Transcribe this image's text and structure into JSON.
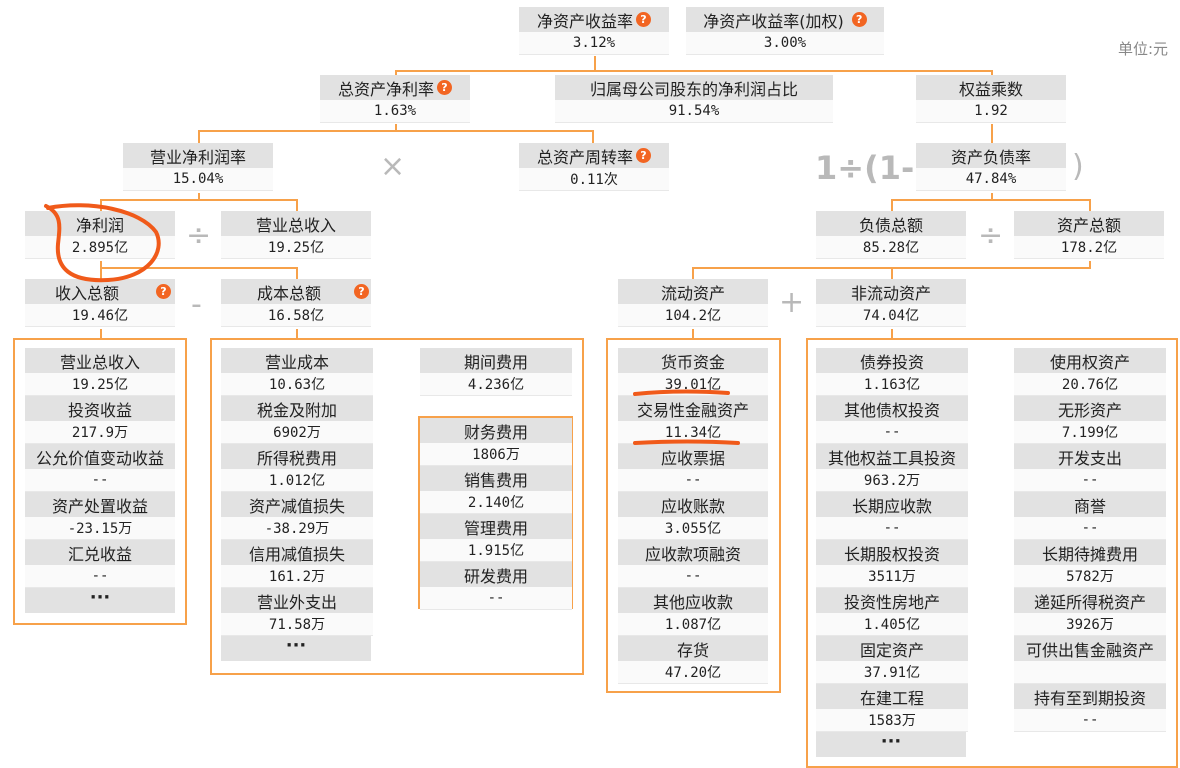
{
  "unit": "单位:元",
  "nodes": {
    "roe": {
      "label": "净资产收益率",
      "value": "3.12%"
    },
    "roe_w": {
      "label": "净资产收益率(加权)",
      "value": "3.00%"
    },
    "roa": {
      "label": "总资产净利率",
      "value": "1.63%"
    },
    "parent_ratio": {
      "label": "归属母公司股东的净利润占比",
      "value": "91.54%"
    },
    "equity_mult": {
      "label": "权益乘数",
      "value": "1.92"
    },
    "net_margin": {
      "label": "营业净利润率",
      "value": "15.04%"
    },
    "asset_turn": {
      "label": "总资产周转率",
      "value": "0.11次"
    },
    "debt_ratio": {
      "label": "资产负债率",
      "value": "47.84%"
    },
    "net_profit": {
      "label": "净利润",
      "value": "2.895亿"
    },
    "revenue": {
      "label": "营业总收入",
      "value": "19.25亿"
    },
    "total_liab": {
      "label": "负债总额",
      "value": "85.28亿"
    },
    "total_assets": {
      "label": "资产总额",
      "value": "178.2亿"
    },
    "total_income": {
      "label": "收入总额",
      "value": "19.46亿"
    },
    "total_cost": {
      "label": "成本总额",
      "value": "16.58亿"
    },
    "current_assets": {
      "label": "流动资产",
      "value": "104.2亿"
    },
    "noncurrent_assets": {
      "label": "非流动资产",
      "value": "74.04亿"
    },
    "period_expense": {
      "label": "期间费用",
      "value": "4.236亿"
    }
  },
  "income_items": [
    {
      "label": "营业总收入",
      "value": "19.25亿"
    },
    {
      "label": "投资收益",
      "value": "217.9万"
    },
    {
      "label": "公允价值变动收益",
      "value": "--"
    },
    {
      "label": "资产处置收益",
      "value": "-23.15万"
    },
    {
      "label": "汇兑收益",
      "value": "--"
    }
  ],
  "cost_items": [
    {
      "label": "营业成本",
      "value": "10.63亿"
    },
    {
      "label": "税金及附加",
      "value": "6902万"
    },
    {
      "label": "所得税费用",
      "value": "1.012亿"
    },
    {
      "label": "资产减值损失",
      "value": "-38.29万"
    },
    {
      "label": "信用减值损失",
      "value": "161.2万"
    },
    {
      "label": "营业外支出",
      "value": "71.58万"
    }
  ],
  "period_items": [
    {
      "label": "财务费用",
      "value": "1806万"
    },
    {
      "label": "销售费用",
      "value": "2.140亿"
    },
    {
      "label": "管理费用",
      "value": "1.915亿"
    },
    {
      "label": "研发费用",
      "value": "--"
    }
  ],
  "current_items": [
    {
      "label": "货币资金",
      "value": "39.01亿"
    },
    {
      "label": "交易性金融资产",
      "value": "11.34亿"
    },
    {
      "label": "应收票据",
      "value": "--"
    },
    {
      "label": "应收账款",
      "value": "3.055亿"
    },
    {
      "label": "应收款项融资",
      "value": "--"
    },
    {
      "label": "其他应收款",
      "value": "1.087亿"
    },
    {
      "label": "存货",
      "value": "47.20亿"
    }
  ],
  "noncurrent_left": [
    {
      "label": "债券投资",
      "value": "1.163亿"
    },
    {
      "label": "其他债权投资",
      "value": "--"
    },
    {
      "label": "其他权益工具投资",
      "value": "963.2万"
    },
    {
      "label": "长期应收款",
      "value": "--"
    },
    {
      "label": "长期股权投资",
      "value": "3511万"
    },
    {
      "label": "投资性房地产",
      "value": "1.405亿"
    },
    {
      "label": "固定资产",
      "value": "37.91亿"
    },
    {
      "label": "在建工程",
      "value": "1583万"
    }
  ],
  "noncurrent_right": [
    {
      "label": "使用权资产",
      "value": "20.76亿"
    },
    {
      "label": "无形资产",
      "value": "7.199亿"
    },
    {
      "label": "开发支出",
      "value": "--"
    },
    {
      "label": "商誉",
      "value": "--"
    },
    {
      "label": "长期待摊费用",
      "value": "5782万"
    },
    {
      "label": "递延所得税资产",
      "value": "3926万"
    },
    {
      "label": "可供出售金融资产",
      "value": ""
    },
    {
      "label": "持有至到期投资",
      "value": "--"
    }
  ],
  "ellipsis": "···",
  "operators": {
    "times": "×",
    "divide": "÷",
    "minus": "-",
    "plus": "+",
    "debt_prefix": "1÷(1-",
    "debt_suffix": ")"
  },
  "help_mark": "?",
  "annotation_color": "#f05a1a",
  "accent_color": "#f7a14a"
}
